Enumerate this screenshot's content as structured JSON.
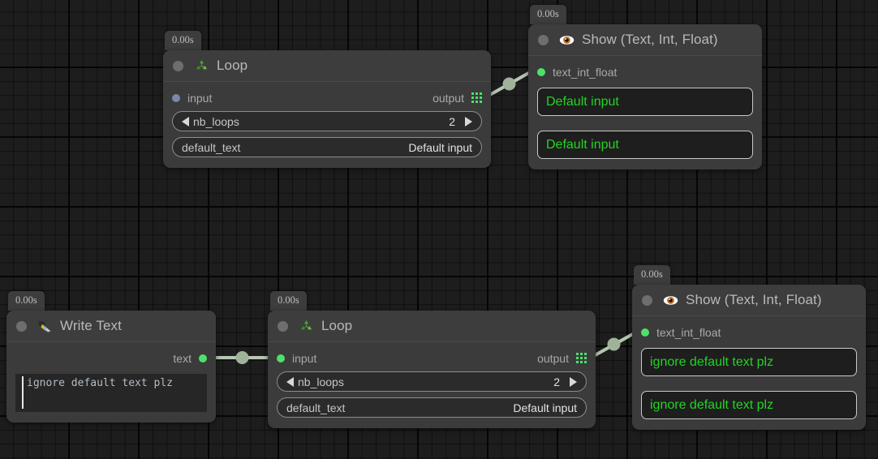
{
  "app": {
    "canvas_background": "#1d1d1d",
    "accent_green": "#4ee06a",
    "value_green": "#22d422",
    "edge_color": "#b6c7b2"
  },
  "nodes": [
    {
      "id": "loop-top",
      "title": "Loop",
      "icon": "recycle-icon",
      "time_badge": "0.00s",
      "input_port": {
        "label": "input",
        "connected": false
      },
      "output_port": {
        "label": "output",
        "type": "list"
      },
      "params": [
        {
          "name": "nb_loops",
          "value": "2",
          "stepper": true
        },
        {
          "name": "default_text",
          "value": "Default input",
          "stepper": false
        }
      ]
    },
    {
      "id": "show-top",
      "title": "Show (Text, Int, Float)",
      "icon": "eye-icon",
      "time_badge": "0.00s",
      "input_port": {
        "label": "text_int_float",
        "connected": true
      },
      "display_values": [
        "Default input",
        "Default input"
      ]
    },
    {
      "id": "write-text",
      "title": "Write Text",
      "icon": "pen-nib-icon",
      "time_badge": "0.00s",
      "output_port": {
        "label": "text",
        "connected": true
      },
      "text_value": "ignore default text plz"
    },
    {
      "id": "loop-bottom",
      "title": "Loop",
      "icon": "recycle-icon",
      "time_badge": "0.00s",
      "input_port": {
        "label": "input",
        "connected": true
      },
      "output_port": {
        "label": "output",
        "type": "list"
      },
      "params": [
        {
          "name": "nb_loops",
          "value": "2",
          "stepper": true
        },
        {
          "name": "default_text",
          "value": "Default input",
          "stepper": false
        }
      ]
    },
    {
      "id": "show-bottom",
      "title": "Show (Text, Int, Float)",
      "icon": "eye-icon",
      "time_badge": "0.00s",
      "input_port": {
        "label": "text_int_float",
        "connected": true
      },
      "display_values": [
        "ignore default text plz",
        "ignore default text plz"
      ]
    }
  ],
  "edges": [
    {
      "id": "edge-loop-top-to-show-top",
      "from": "loop-top.output",
      "to": "show-top.text_int_float"
    },
    {
      "id": "edge-write-text-to-loop-bottom",
      "from": "write-text.text",
      "to": "loop-bottom.input"
    },
    {
      "id": "edge-loop-bottom-to-show-bottom",
      "from": "loop-bottom.output",
      "to": "show-bottom.text_int_float"
    }
  ]
}
